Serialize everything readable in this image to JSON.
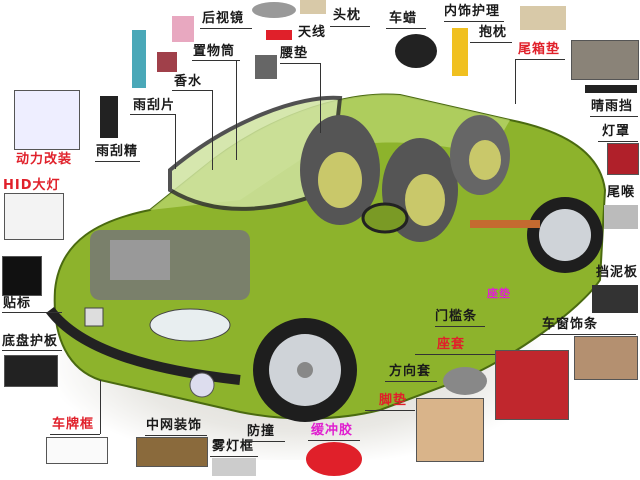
{
  "diagram": {
    "subject": "car-accessories-cutaway",
    "colors": {
      "car_body": "#8db32c",
      "label_text": "#1a1a1a",
      "highlight_red": "#e0202a",
      "highlight_magenta": "#e020d0",
      "leader_line": "#333333"
    },
    "labels": {
      "rearview_mirror": "后视镜",
      "antenna": "天线",
      "headrest": "头枕",
      "car_wax": "车蜡",
      "interior_care": "内饰护理",
      "pillow": "抱枕",
      "trunk_mat": "尾箱垫",
      "rain_visor": "晴雨挡",
      "lamp_cover": "灯罩",
      "exhaust_tip": "尾喉",
      "mudguard": "挡泥板",
      "window_trim": "车窗饰条",
      "storage_box": "置物筒",
      "lumbar_cushion": "腰垫",
      "perfume": "香水",
      "wiper_blade": "雨刮片",
      "wiper_fluid": "雨刮精",
      "power_mod": "动力改装",
      "hid_headlight": "HID大灯",
      "decal": "贴标",
      "skid_plate": "底盘护板",
      "license_frame": "车牌框",
      "grille_trim": "中网装饰",
      "fog_light_frame": "雾灯框",
      "bumper_guard": "防撞",
      "buffer_rubber": "缓冲胶",
      "floor_mat": "脚垫",
      "steering_cover": "方向套",
      "seat_cover": "座套",
      "door_sill": "门槛条",
      "seat_cushion": "座垫"
    }
  }
}
